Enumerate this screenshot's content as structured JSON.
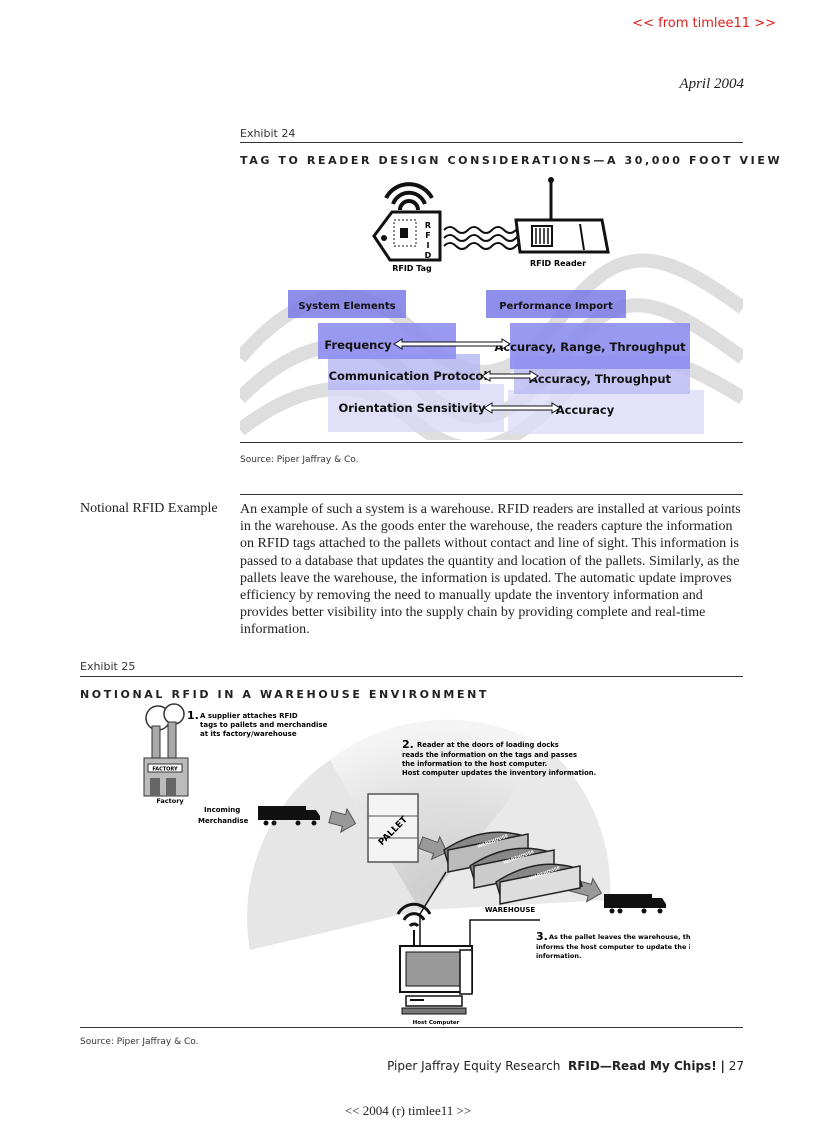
{
  "header": {
    "watermark": "<< from timlee11 >>",
    "date": "April 2004"
  },
  "exhibit24": {
    "label": "Exhibit 24",
    "title": "TAG TO READER DESIGN CONSIDERATIONS—A 30,000 FOOT VIEW",
    "diagram": {
      "tag_letters": "RFID",
      "tag_label": "RFID Tag",
      "reader_label": "RFID Reader",
      "left_header": "System Elements",
      "right_header": "Performance Import",
      "left_items": [
        "Frequency",
        "Communication Protocol",
        "Orientation Sensitivity"
      ],
      "right_items": [
        "Accuracy, Range, Throughput",
        "Accuracy, Throughput",
        "Accuracy"
      ]
    },
    "source": "Source: Piper Jaffray & Co."
  },
  "section": {
    "side_label": "Notional RFID Example",
    "lines": [
      "An example of such a system is a warehouse. RFID readers are installed at various points",
      "in the warehouse. As the goods enter the warehouse, the readers  capture the information",
      "on  RFID tags attached to the pallets without contact and line of sight. This  information is",
      "passed to a database that updates the quantity and location of the pallets. Similarly, as the",
      "pallets leave the warehouse, the information is updated. The automatic update improves",
      "efficiency by removing the need to manually update the inventory information and",
      "provides better visibility into the supply chain by providing complete and real-time",
      "information."
    ]
  },
  "exhibit25": {
    "label": "Exhibit 25",
    "title": "NOTIONAL RFID IN A WAREHOUSE ENVIRONMENT",
    "diagram": {
      "step1_num": "1.",
      "step1_lines": [
        "A supplier attaches RFID",
        "tags to pallets and merchandise",
        "at its factory/warehouse"
      ],
      "factory_sign": "FACTORY",
      "factory_label": "Factory",
      "incoming_lines": [
        "Incoming",
        "Merchandise"
      ],
      "step2_num": "2.",
      "step2_lines": [
        "Reader at the doors of loading docks",
        "reads the information on the tags and passes",
        "the information to the host computer.",
        "Host computer updates the inventory information."
      ],
      "pallet_label": "PALLET",
      "warehouse_sign": "WAREHOUSE",
      "warehouse_label": "WAREHOUSE",
      "step3_num": "3.",
      "step3_lines": [
        "As the pallet leaves the warehouse, the reader",
        "informs the host computer to update the inventory",
        "information."
      ],
      "computer_label": "Host Computer"
    },
    "source": "Source: Piper Jaffray & Co."
  },
  "footer": {
    "publisher": "Piper Jaffray Equity Research",
    "report": "RFID—Read My Chips!",
    "separator": "|",
    "page": "27"
  },
  "bottom": {
    "credit": "<< 2004 (r) timlee11 >>"
  },
  "colors": {
    "watermark_red": "#e0201b",
    "box_blue": "#8e8ef0",
    "header_blue": "#7b7be8",
    "rule": "#333333"
  }
}
